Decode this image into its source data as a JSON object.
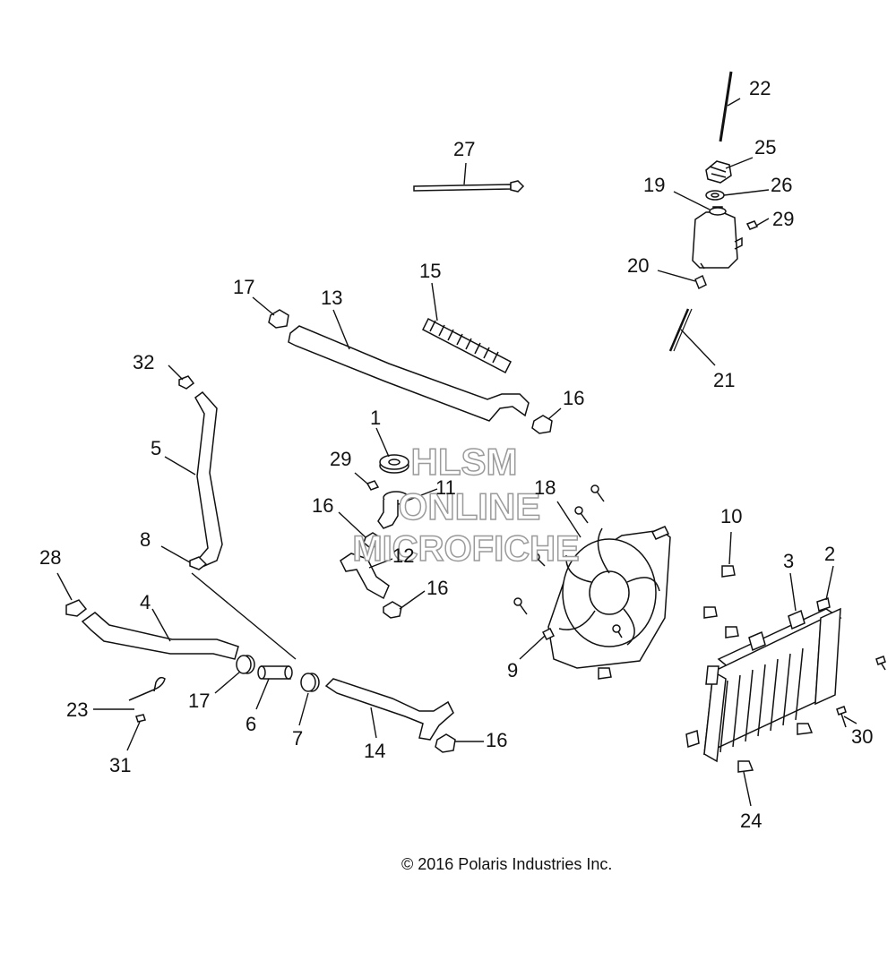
{
  "watermark": {
    "line1": "HLSM",
    "line2": "ONLINE",
    "line3": "MICROFICHE"
  },
  "copyright": "© 2016 Polaris Industries Inc.",
  "callouts": [
    "1",
    "2",
    "3",
    "4",
    "5",
    "6",
    "7",
    "8",
    "9",
    "10",
    "11",
    "12",
    "13",
    "14",
    "15",
    "16",
    "16",
    "16",
    "16",
    "17",
    "17",
    "18",
    "19",
    "20",
    "21",
    "22",
    "23",
    "24",
    "25",
    "26",
    "27",
    "28",
    "29",
    "29",
    "30",
    "31",
    "32"
  ]
}
